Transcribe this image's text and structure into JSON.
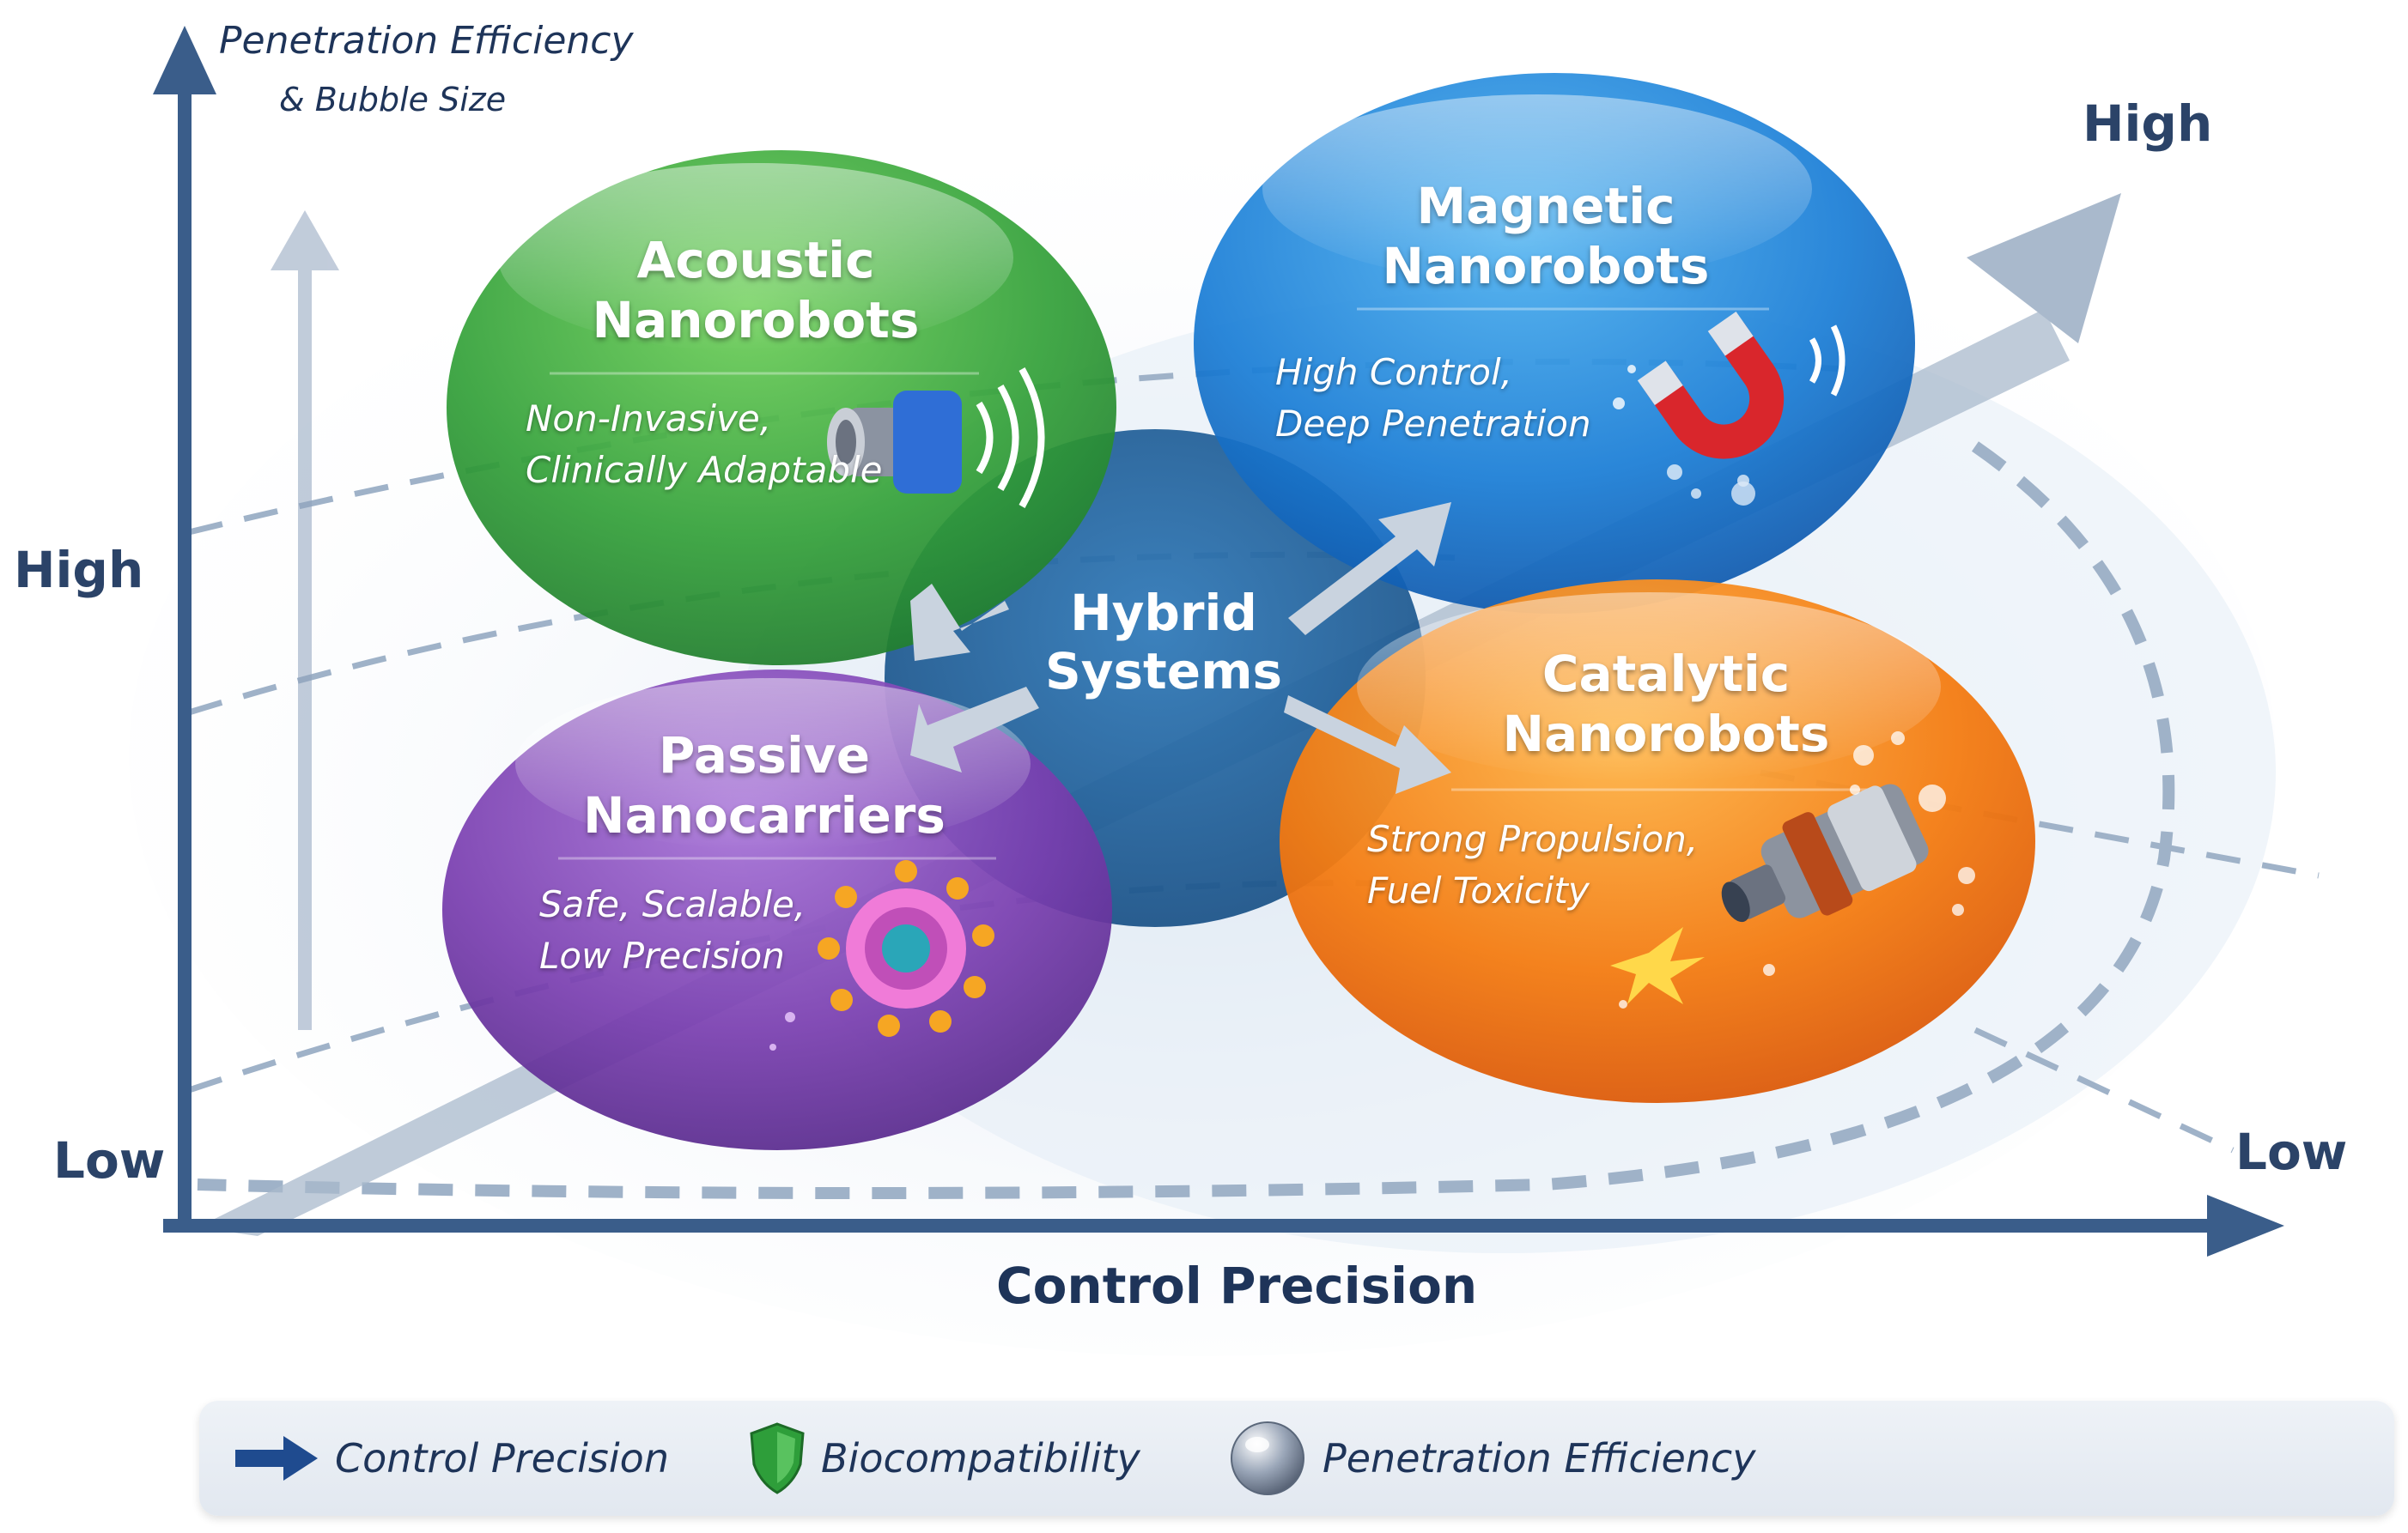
{
  "y_axis": {
    "title": "Penetration Efficiency",
    "subtitle": "& Bubble Size",
    "high": "High",
    "low": "Low"
  },
  "x_axis": {
    "title": "Control Precision"
  },
  "diag_axis": {
    "high": "High",
    "low": "Low"
  },
  "bubbles": {
    "acoustic": {
      "title": [
        "Acoustic",
        "Nanorobots"
      ],
      "desc": [
        "Non-Invasive,",
        "Clinically Adaptable"
      ],
      "color": "#3aa83a",
      "icon": "transducer-icon"
    },
    "magnetic": {
      "title": [
        "Magnetic",
        "Nanorobots"
      ],
      "desc": [
        "High Control,",
        "Deep Penetration"
      ],
      "color": "#1c7fd6",
      "icon": "magnet-icon"
    },
    "passive": {
      "title": [
        "Passive",
        "Nanocarriers"
      ],
      "desc": [
        "Safe, Scalable,",
        "Low Precision"
      ],
      "color": "#7a3fb0",
      "icon": "nanoparticle-icon"
    },
    "catalytic": {
      "title": [
        "Catalytic",
        "Nanorobots"
      ],
      "desc": [
        "Strong Propulsion,",
        "Fuel Toxicity"
      ],
      "color": "#f27a14",
      "icon": "engine-icon"
    }
  },
  "hybrid": {
    "title": [
      "Hybrid",
      "Systems"
    ],
    "color": "#1f5e95"
  },
  "legend": [
    {
      "label": "Control Precision",
      "icon": "arrow-icon",
      "color": "#1f4b8f"
    },
    {
      "label": "Biocompatibility",
      "icon": "shield-icon",
      "color": "#2e9e3a"
    },
    {
      "label": "Penetration Efficiency",
      "icon": "sphere-icon",
      "color": "#8895a8"
    }
  ]
}
